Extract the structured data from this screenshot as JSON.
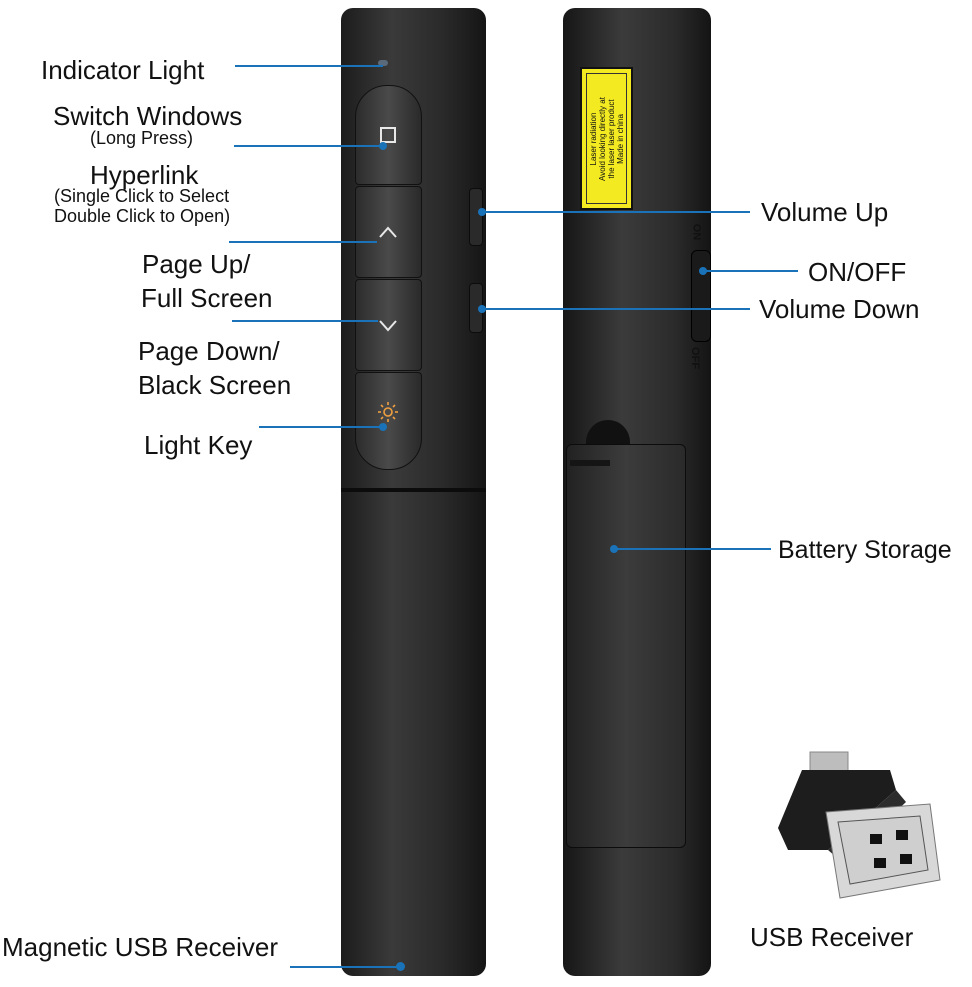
{
  "labels": {
    "indicator_light": "Indicator Light",
    "switch_windows": "Switch Windows",
    "switch_windows_sub": "(Long Press)",
    "hyperlink": "Hyperlink",
    "hyperlink_sub1": "(Single Click to Select",
    "hyperlink_sub2": "Double Click to Open)",
    "page_up_1": "Page Up/",
    "page_up_2": "Full Screen",
    "page_down_1": "Page Down/",
    "page_down_2": "Black Screen",
    "light_key": "Light Key",
    "magnetic_usb": "Magnetic USB Receiver",
    "volume_up": "Volume Up",
    "on_off": "ON/OFF",
    "volume_down": "Volume Down",
    "battery_storage": "Battery Storage",
    "usb_receiver": "USB Receiver"
  },
  "device": {
    "switch_on": "ON",
    "switch_off": "OFF",
    "warning_line1": "Laser radiation",
    "warning_line2": "Avoid looking directly at",
    "warning_line3": "the laser laser product",
    "warning_line4": "Made in china"
  },
  "colors": {
    "leader": "#1a73b8",
    "warning_label": "#f3ea22",
    "device_body": "#2a2a2a"
  },
  "icons": {
    "window_button": "square-icon",
    "up_button": "chevron-up-icon",
    "down_button": "chevron-down-icon",
    "light_button": "sun-icon"
  }
}
